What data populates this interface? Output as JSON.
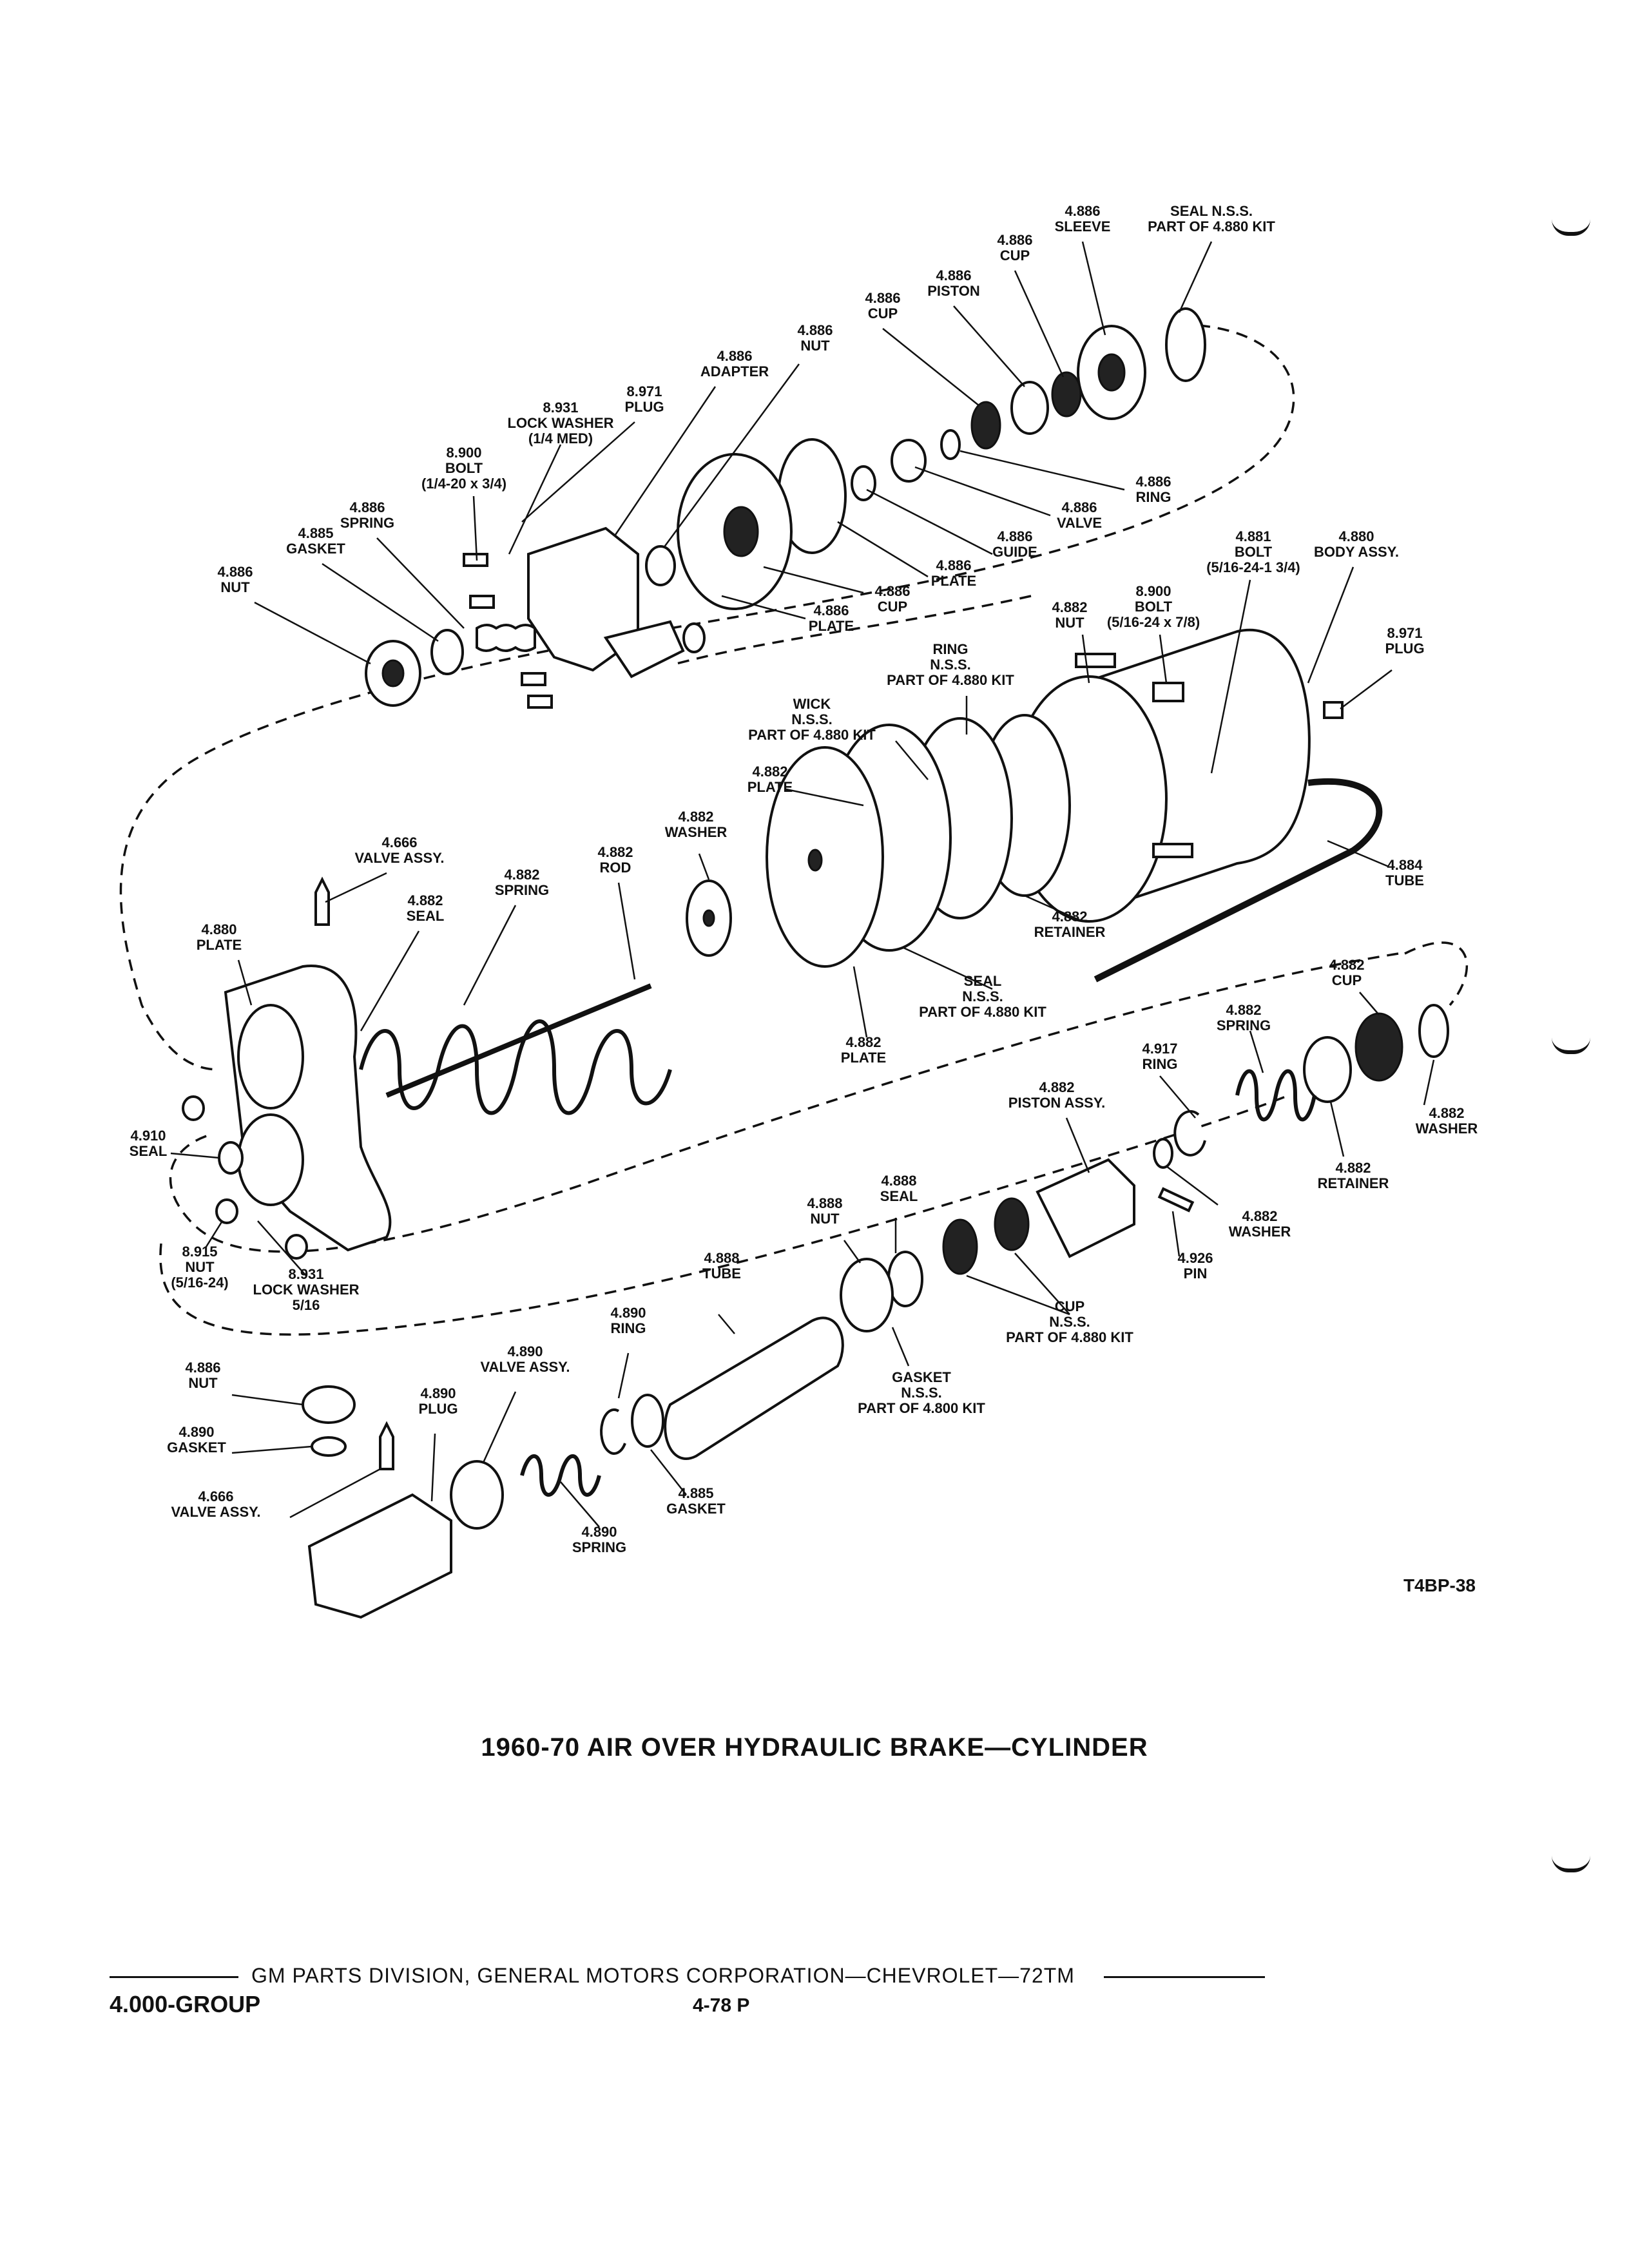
{
  "diagram": {
    "figure_id": "T4BP-38",
    "title": "1960-70  AIR OVER HYDRAULIC BRAKE—CYLINDER",
    "labels": [
      {
        "id": "l1",
        "lines": [
          "4.886",
          "SLEEVE"
        ]
      },
      {
        "id": "l2",
        "lines": [
          "SEAL N.S.S.",
          "PART OF 4.880 KIT"
        ]
      },
      {
        "id": "l3",
        "lines": [
          "4.886",
          "CUP"
        ]
      },
      {
        "id": "l4",
        "lines": [
          "4.886",
          "PISTON"
        ]
      },
      {
        "id": "l5",
        "lines": [
          "4.886",
          "CUP"
        ]
      },
      {
        "id": "l6",
        "lines": [
          "4.886",
          "NUT"
        ]
      },
      {
        "id": "l7",
        "lines": [
          "4.886",
          "ADAPTER"
        ]
      },
      {
        "id": "l8",
        "lines": [
          "8.971",
          "PLUG"
        ]
      },
      {
        "id": "l9",
        "lines": [
          "8.931",
          "LOCK WASHER",
          "(1/4 MED)"
        ]
      },
      {
        "id": "l10",
        "lines": [
          "8.900",
          "BOLT",
          "(1/4-20 x 3/4)"
        ]
      },
      {
        "id": "l11",
        "lines": [
          "4.886",
          "SPRING"
        ]
      },
      {
        "id": "l12",
        "lines": [
          "4.885",
          "GASKET"
        ]
      },
      {
        "id": "l13",
        "lines": [
          "4.886",
          "NUT"
        ]
      },
      {
        "id": "l14",
        "lines": [
          "4.886",
          "RING"
        ]
      },
      {
        "id": "l15",
        "lines": [
          "4.886",
          "VALVE"
        ]
      },
      {
        "id": "l16",
        "lines": [
          "4.886",
          "GUIDE"
        ]
      },
      {
        "id": "l17",
        "lines": [
          "4.886",
          "PLATE"
        ]
      },
      {
        "id": "l18",
        "lines": [
          "4.886",
          "CUP"
        ]
      },
      {
        "id": "l19",
        "lines": [
          "4.886",
          "PLATE"
        ]
      },
      {
        "id": "l20",
        "lines": [
          "4.881",
          "BOLT",
          "(5/16-24-1 3/4)"
        ]
      },
      {
        "id": "l21",
        "lines": [
          "4.880",
          "BODY ASSY."
        ]
      },
      {
        "id": "l22",
        "lines": [
          "8.900",
          "BOLT",
          "(5/16-24 x 7/8)"
        ]
      },
      {
        "id": "l23",
        "lines": [
          "4.882",
          "NUT"
        ]
      },
      {
        "id": "l24",
        "lines": [
          "8.971",
          "PLUG"
        ]
      },
      {
        "id": "l25",
        "lines": [
          "RING",
          "N.S.S.",
          "PART OF 4.880 KIT"
        ]
      },
      {
        "id": "l26",
        "lines": [
          "WICK",
          "N.S.S.",
          "PART OF 4.880 KIT"
        ]
      },
      {
        "id": "l27",
        "lines": [
          "4.882",
          "PLATE"
        ]
      },
      {
        "id": "l28",
        "lines": [
          "4.882",
          "WASHER"
        ]
      },
      {
        "id": "l29",
        "lines": [
          "4.666",
          "VALVE ASSY."
        ]
      },
      {
        "id": "l30",
        "lines": [
          "4.882",
          "ROD"
        ]
      },
      {
        "id": "l31",
        "lines": [
          "4.882",
          "SPRING"
        ]
      },
      {
        "id": "l32",
        "lines": [
          "4.882",
          "SEAL"
        ]
      },
      {
        "id": "l33",
        "lines": [
          "4.880",
          "PLATE"
        ]
      },
      {
        "id": "l34",
        "lines": [
          "4.884",
          "TUBE"
        ]
      },
      {
        "id": "l35",
        "lines": [
          "4.882",
          "RETAINER"
        ]
      },
      {
        "id": "l36",
        "lines": [
          "SEAL",
          "N.S.S.",
          "PART OF 4.880 KIT"
        ]
      },
      {
        "id": "l37",
        "lines": [
          "4.882",
          "PLATE"
        ]
      },
      {
        "id": "l38",
        "lines": [
          "4.882",
          "CUP"
        ]
      },
      {
        "id": "l39",
        "lines": [
          "4.882",
          "SPRING"
        ]
      },
      {
        "id": "l40",
        "lines": [
          "4.917",
          "RING"
        ]
      },
      {
        "id": "l41",
        "lines": [
          "4.882",
          "PISTON ASSY."
        ]
      },
      {
        "id": "l42",
        "lines": [
          "4.882",
          "WASHER"
        ]
      },
      {
        "id": "l43",
        "lines": [
          "4.882",
          "RETAINER"
        ]
      },
      {
        "id": "l44",
        "lines": [
          "4.882",
          "WASHER"
        ]
      },
      {
        "id": "l45",
        "lines": [
          "4.910",
          "SEAL"
        ]
      },
      {
        "id": "l46",
        "lines": [
          "4.888",
          "SEAL"
        ]
      },
      {
        "id": "l47",
        "lines": [
          "4.888",
          "NUT"
        ]
      },
      {
        "id": "l48",
        "lines": [
          "4.926",
          "PIN"
        ]
      },
      {
        "id": "l49",
        "lines": [
          "8.915",
          "NUT",
          "(5/16-24)"
        ]
      },
      {
        "id": "l50",
        "lines": [
          "8.931",
          "LOCK WASHER",
          "5/16"
        ]
      },
      {
        "id": "l51",
        "lines": [
          "4.888",
          "TUBE"
        ]
      },
      {
        "id": "l52",
        "lines": [
          "CUP",
          "N.S.S.",
          "PART OF 4.880 KIT"
        ]
      },
      {
        "id": "l53",
        "lines": [
          "4.890",
          "RING"
        ]
      },
      {
        "id": "l54",
        "lines": [
          "4.890",
          "VALVE ASSY."
        ]
      },
      {
        "id": "l55",
        "lines": [
          "4.886",
          "NUT"
        ]
      },
      {
        "id": "l56",
        "lines": [
          "4.890",
          "PLUG"
        ]
      },
      {
        "id": "l57",
        "lines": [
          "GASKET",
          "N.S.S.",
          "PART OF 4.800 KIT"
        ]
      },
      {
        "id": "l58",
        "lines": [
          "4.890",
          "GASKET"
        ]
      },
      {
        "id": "l59",
        "lines": [
          "4.666",
          "VALVE ASSY."
        ]
      },
      {
        "id": "l60",
        "lines": [
          "4.885",
          "GASKET"
        ]
      },
      {
        "id": "l61",
        "lines": [
          "4.890",
          "SPRING"
        ]
      }
    ]
  },
  "footer": {
    "publisher": "GM PARTS DIVISION,  GENERAL MOTORS CORPORATION—CHEVROLET—72TM",
    "group": "4.000-GROUP",
    "page": "4-78 P"
  }
}
